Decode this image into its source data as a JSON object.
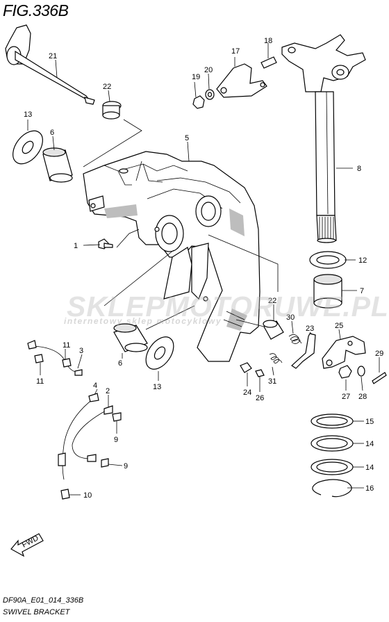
{
  "figure": {
    "title": "FIG.336B",
    "code": "DF90A_E01_014_336B",
    "name": "SWIVEL BRACKET",
    "direction_badge": "FWD"
  },
  "watermark": {
    "brand": "SKLEPMOTORUWE.PL",
    "tagline": "internetowy sklep motocyklowy"
  },
  "callouts": {
    "c1": "1",
    "c2": "2",
    "c3": "3",
    "c4": "4",
    "c5": "5",
    "c6a": "6",
    "c6b": "6",
    "c7": "7",
    "c8": "8",
    "c9a": "9",
    "c9b": "9",
    "c10": "10",
    "c11a": "11",
    "c11b": "11",
    "c12": "12",
    "c13a": "13",
    "c13b": "13",
    "c14a": "14",
    "c14b": "14",
    "c15": "15",
    "c16": "16",
    "c17": "17",
    "c18": "18",
    "c19": "19",
    "c20": "20",
    "c21": "21",
    "c22a": "22",
    "c22b": "22",
    "c23": "23",
    "c24": "24",
    "c25": "25",
    "c26": "26",
    "c27": "27",
    "c28": "28",
    "c29": "29",
    "c30": "30",
    "c31": "31"
  },
  "colors": {
    "ink": "#000000",
    "watermark_red": "#e8b4b4",
    "watermark_gray": "#bdbdbd"
  }
}
